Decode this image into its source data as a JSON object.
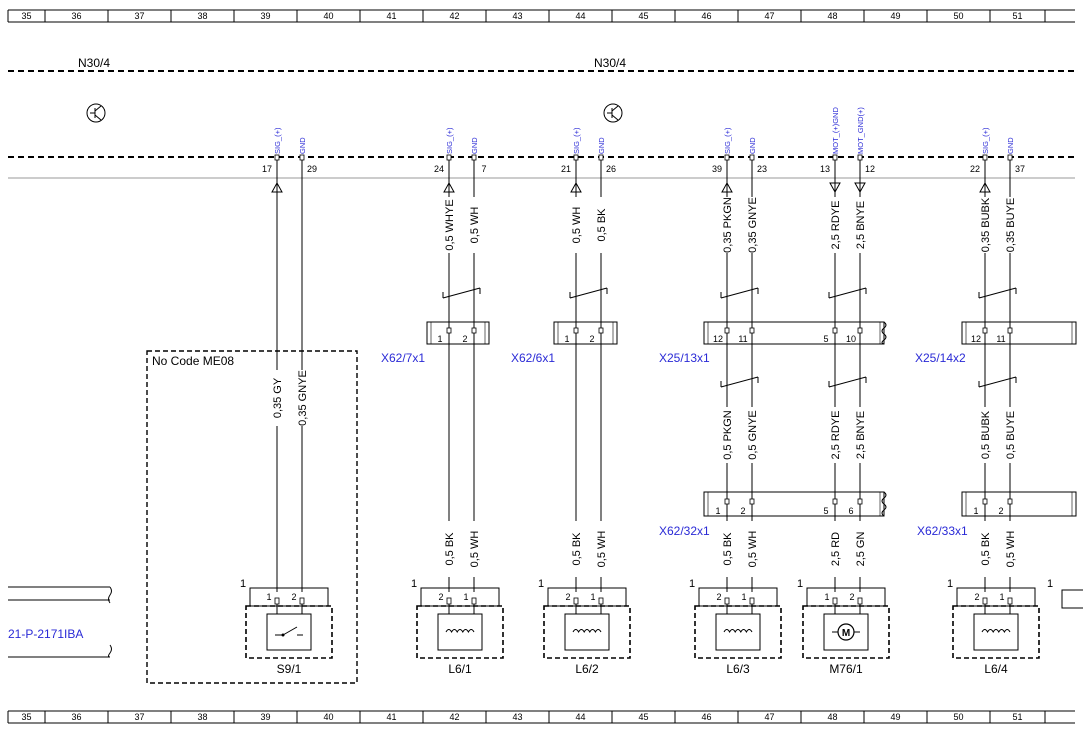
{
  "ruler": {
    "labels": [
      "35",
      "36",
      "37",
      "38",
      "39",
      "40",
      "41",
      "42",
      "43",
      "44",
      "45",
      "46",
      "47",
      "48",
      "49",
      "50",
      "51"
    ]
  },
  "modules": [
    "N30/4",
    "N30/4"
  ],
  "box": {
    "label": "No Code ME08"
  },
  "pins": [
    {
      "sig": "SIG_(+)",
      "pin": "17",
      "wire": "0,35 GY"
    },
    {
      "sig": "GND",
      "pin": "29",
      "wire": "0,35 GNYE"
    },
    {
      "sig": "SIG_(+)",
      "pin": "24",
      "wire": "0,5 WHYE"
    },
    {
      "sig": "GND",
      "pin": "7",
      "wire": "0,5 WH"
    },
    {
      "sig": "SIG_(+)",
      "pin": "21",
      "wire": "0,5 WH"
    },
    {
      "sig": "GND",
      "pin": "26",
      "wire": "0,5 BK"
    },
    {
      "sig": "SIG_(+)",
      "pin": "39",
      "wire": "0,35 PKGN"
    },
    {
      "sig": "GND",
      "pin": "23",
      "wire": "0,35 GNYE"
    },
    {
      "sig": "MOT_(+)GND",
      "pin": "13",
      "wire": "2,5 RDYE"
    },
    {
      "sig": "MOT_GND(+)",
      "pin": "12",
      "wire": "2,5 BNYE"
    },
    {
      "sig": "SIG_(+)",
      "pin": "22",
      "wire": "0,35 BUBK"
    },
    {
      "sig": "GND",
      "pin": "37",
      "wire": "0,35 BUYE"
    }
  ],
  "connectors_mid": [
    {
      "name": "X62/7x1",
      "pins": [
        "1",
        "2"
      ]
    },
    {
      "name": "X62/6x1",
      "pins": [
        "1",
        "2"
      ]
    },
    {
      "name": "X25/13x1",
      "pins": [
        "12",
        "11",
        "5",
        "10"
      ]
    },
    {
      "name": "X25/14x2",
      "pins": [
        "12",
        "11"
      ]
    }
  ],
  "mid_wires": [
    {
      "label": "0,5 PKGN"
    },
    {
      "label": "0,5 GNYE"
    },
    {
      "label": "2,5 RDYE"
    },
    {
      "label": "2,5 BNYE"
    },
    {
      "label": "0,5 BUBK"
    },
    {
      "label": "0,5 BUYE"
    }
  ],
  "connectors_low": [
    {
      "name": "X62/32x1",
      "pins": [
        "1",
        "2",
        "5",
        "6"
      ]
    },
    {
      "name": "X62/33x1",
      "pins": [
        "1",
        "2"
      ]
    }
  ],
  "low_wires": [
    {
      "label": "0,5 BK"
    },
    {
      "label": "0,5 WH"
    },
    {
      "label": "0,5 BK"
    },
    {
      "label": "0,5 WH"
    },
    {
      "label": "0,5 BK"
    },
    {
      "label": "0,5 WH"
    },
    {
      "label": "2,5 RD"
    },
    {
      "label": "2,5 GN"
    },
    {
      "label": "0,5 BK"
    },
    {
      "label": "0,5 WH"
    }
  ],
  "components": [
    {
      "name": "S9/1",
      "num": "1",
      "pins": [
        "1",
        "2"
      ],
      "icon": "switch-icon"
    },
    {
      "name": "L6/1",
      "num": "1",
      "pins": [
        "2",
        "1"
      ],
      "icon": "coil-icon"
    },
    {
      "name": "L6/2",
      "num": "1",
      "pins": [
        "2",
        "1"
      ],
      "icon": "coil-icon"
    },
    {
      "name": "L6/3",
      "num": "1",
      "pins": [
        "2",
        "1"
      ],
      "icon": "coil-icon"
    },
    {
      "name": "M76/1",
      "num": "1",
      "pins": [
        "1",
        "2"
      ],
      "icon": "motor-icon"
    },
    {
      "name": "L6/4",
      "num": "1",
      "pins": [
        "2",
        "1"
      ],
      "icon": "coil-icon"
    },
    {
      "name": "",
      "num": "1",
      "pins": [],
      "icon": ""
    }
  ],
  "left_ref": "21-P-2171IBA"
}
